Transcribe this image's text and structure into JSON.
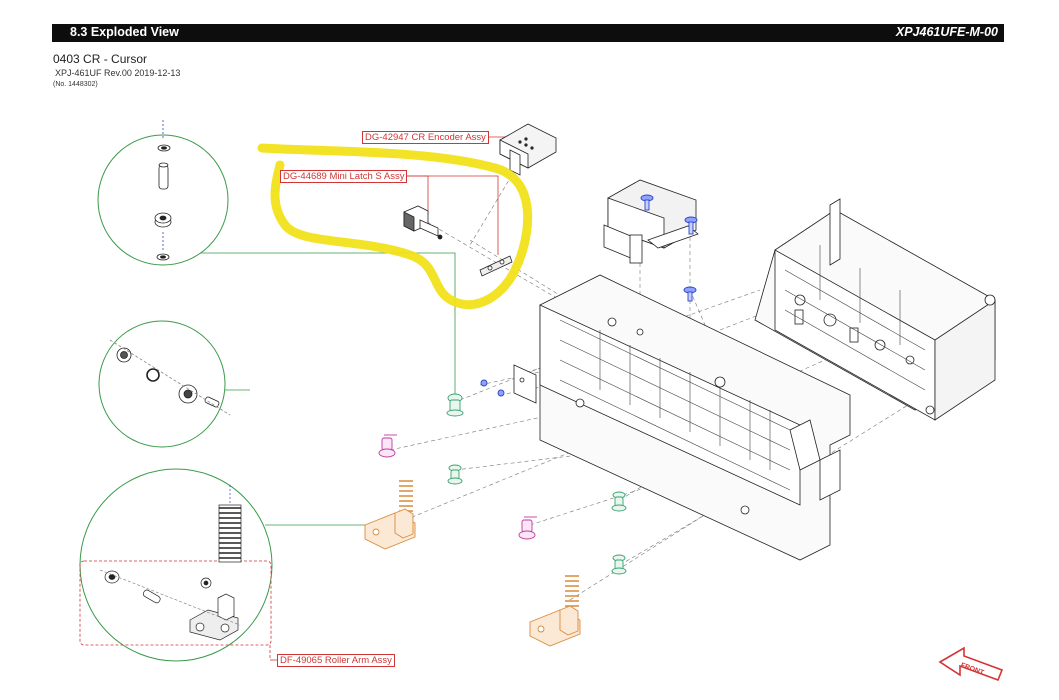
{
  "header": {
    "section": "8.3 Exploded View",
    "model": "XPJ461UFE-M-00"
  },
  "assembly": {
    "title": "0403 CR - Cursor",
    "revision": "XPJ-461UF Rev.00 2019-12-13",
    "doc_no": "(No. 1448302)"
  },
  "callouts": {
    "encoder": "DG-42947 CR Encoder Assy",
    "latch": "DG-44689 Mini Latch S Assy",
    "roller": "DF-49065 Roller Arm Assy"
  },
  "front_label": "FRONT",
  "colors": {
    "header_bg": "#0d0d0d",
    "callout": "#d23535",
    "highlight": "#f2e21a",
    "detail_circle": "#3a9a4a",
    "screw_blue": "#2b45c8",
    "spring_orange": "#d98b3a",
    "pin_green": "#3aa070",
    "pin_magenta": "#c03aa0",
    "part_number_blue": "#2a3a9a"
  }
}
